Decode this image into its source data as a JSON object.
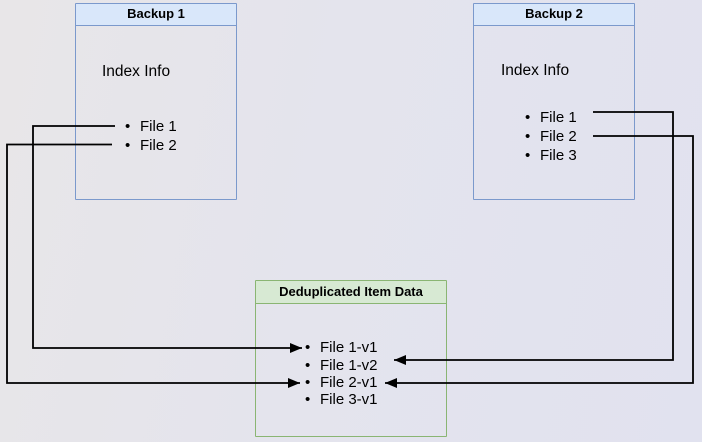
{
  "diagram": {
    "backup1": {
      "title": "Backup 1",
      "subtitle": "Index Info",
      "files": [
        "File 1",
        "File 2"
      ]
    },
    "backup2": {
      "title": "Backup 2",
      "subtitle": "Index Info",
      "files": [
        "File 1",
        "File 2",
        "File 3"
      ]
    },
    "dedup": {
      "title": "Deduplicated Item Data",
      "items": [
        "File 1-v1",
        "File 1-v2",
        "File 2-v1",
        "File 3-v1"
      ]
    },
    "connections": [
      {
        "from": "Backup 1 / File 1",
        "to": "File 1-v1"
      },
      {
        "from": "Backup 1 / File 2",
        "to": "File 2-v1"
      },
      {
        "from": "Backup 2 / File 1",
        "to": "File 1-v2"
      },
      {
        "from": "Backup 2 / File 2",
        "to": "File 2-v1"
      }
    ],
    "colors": {
      "background": "#e4e4ed",
      "blue_header_fill": "#d9e7fa",
      "blue_border": "#7b99cc",
      "green_header_fill": "#d7e9d3",
      "green_border": "#8ab573",
      "arrow": "#000000",
      "text": "#000000"
    }
  }
}
